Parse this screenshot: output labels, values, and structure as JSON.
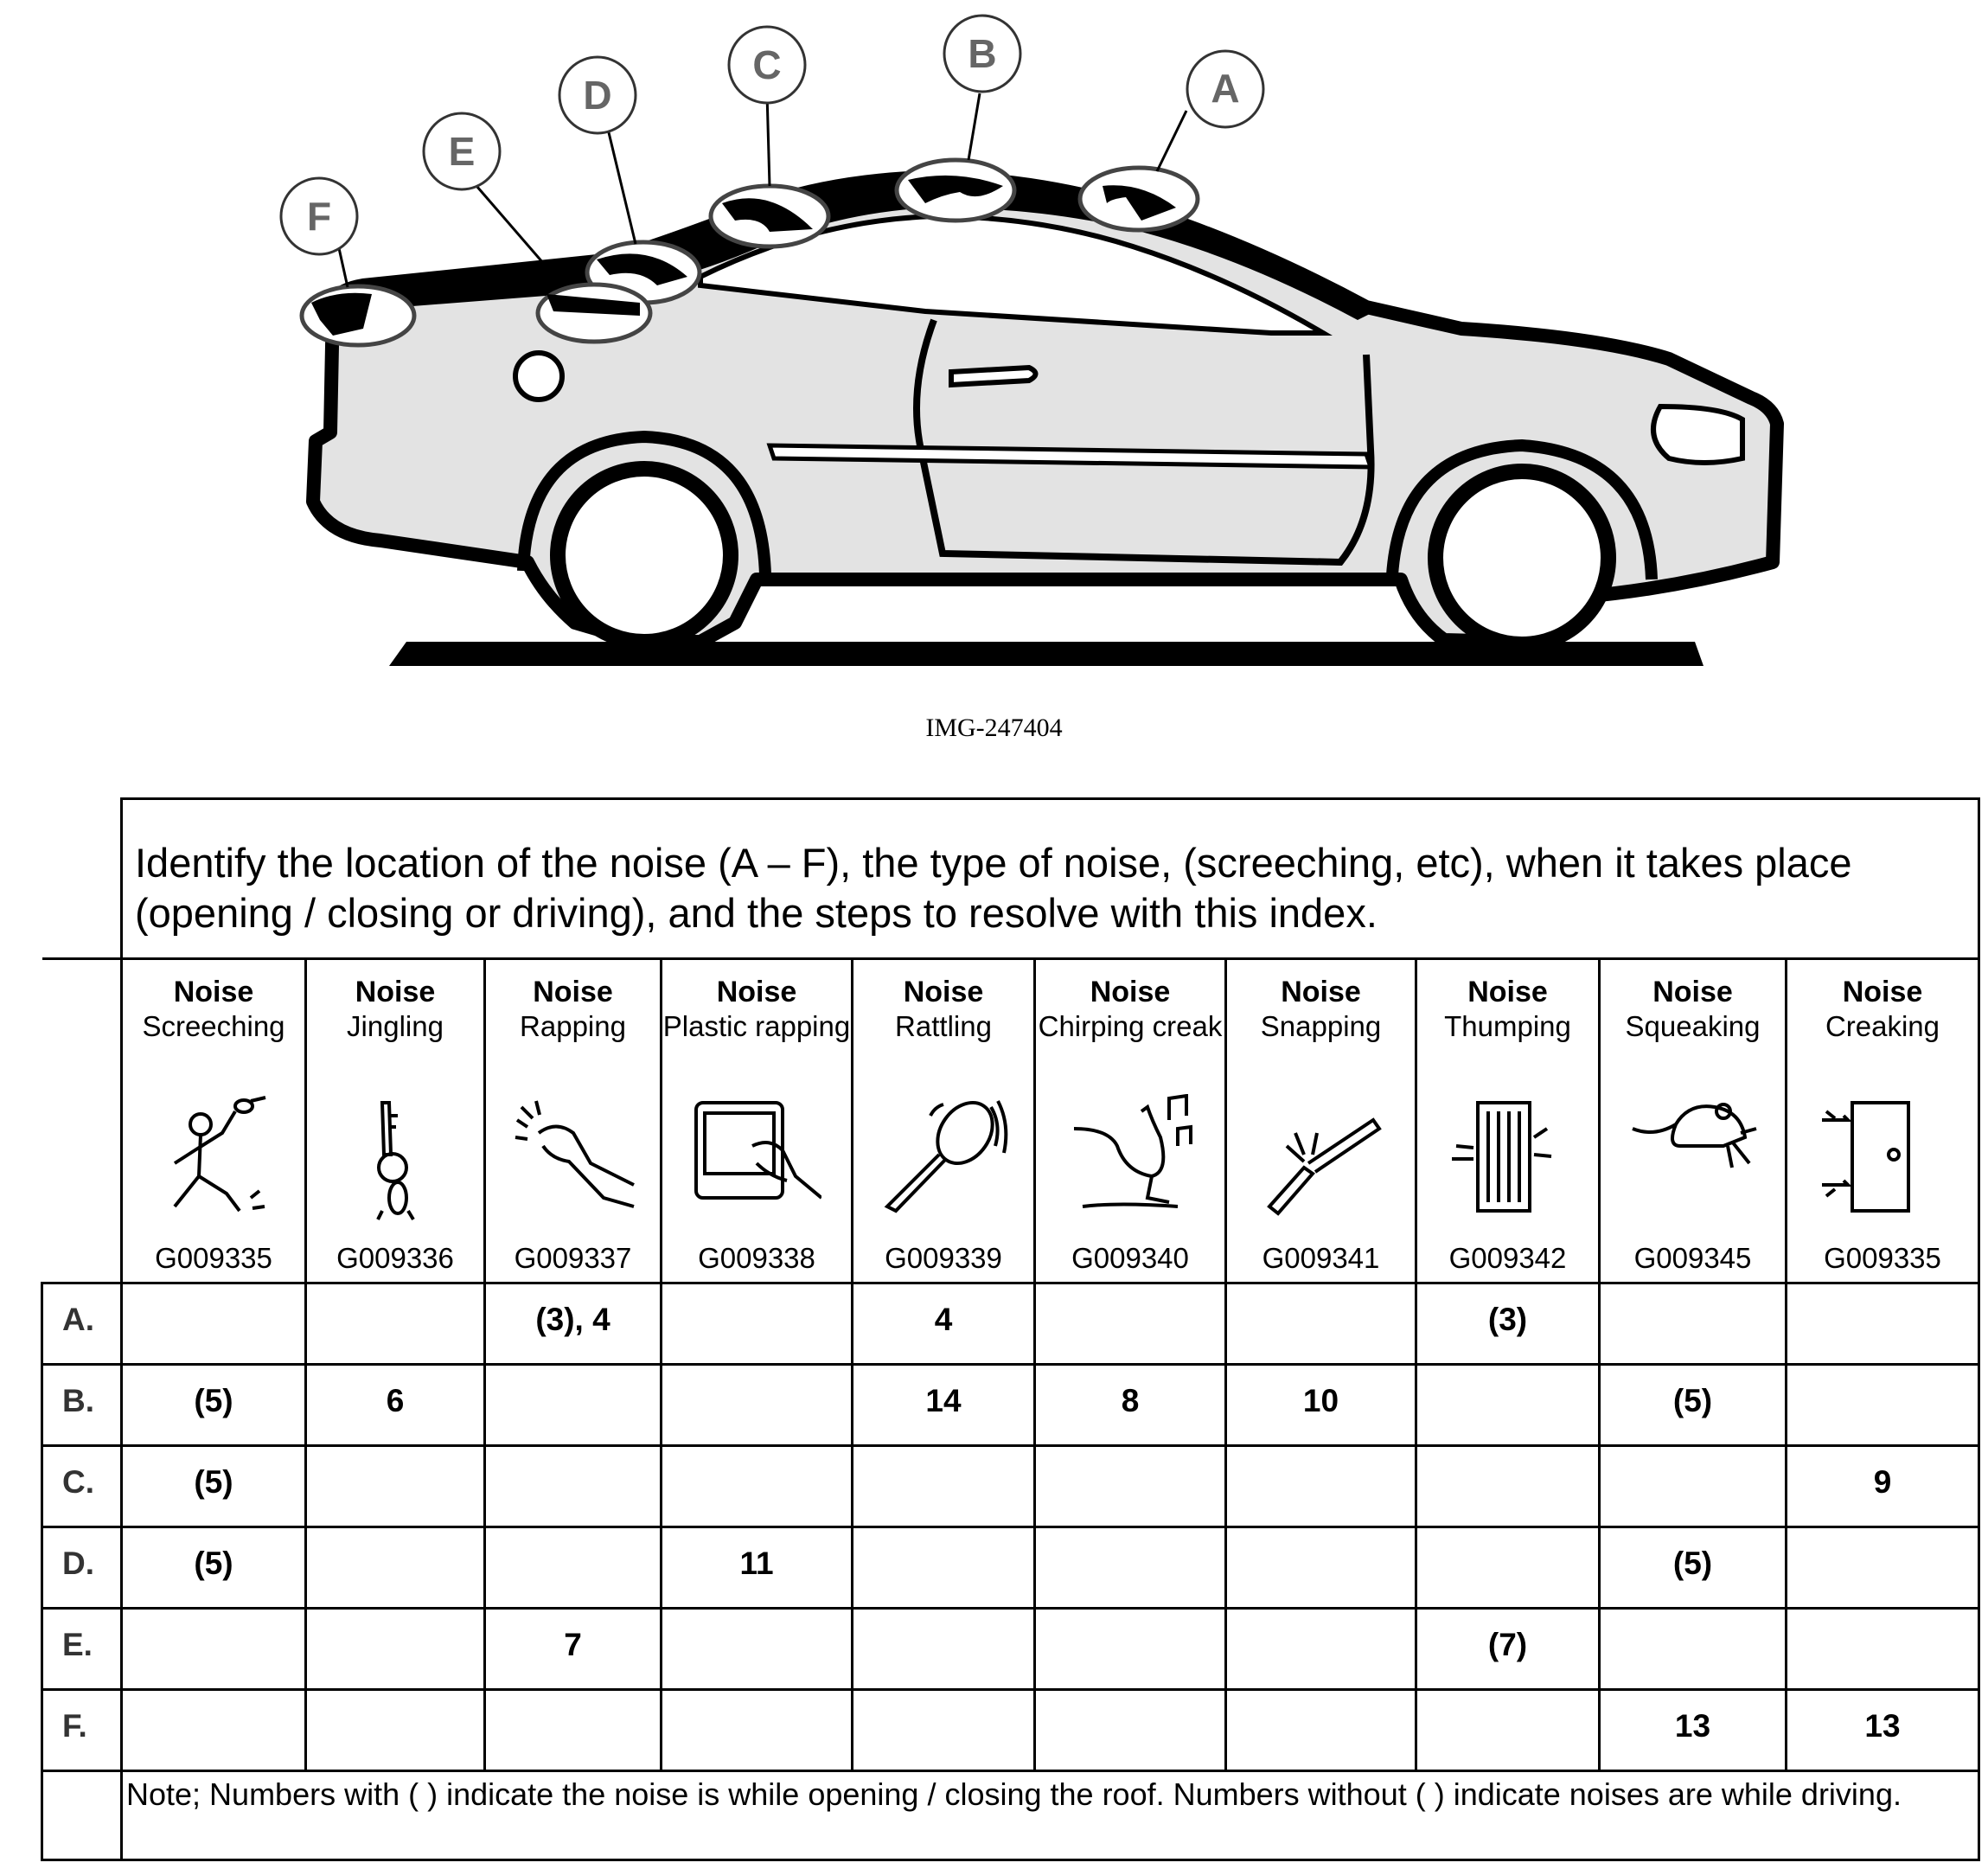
{
  "figure": {
    "callouts": [
      "A",
      "B",
      "C",
      "D",
      "E",
      "F"
    ],
    "image_id": "IMG-247404"
  },
  "table": {
    "instruction": "Identify the location of the noise (A – F), the type of noise, (screeching, etc), when it takes place (opening / closing or driving), and the steps to resolve with this index.",
    "noise_label": "Noise",
    "noise_types": [
      {
        "type": "Screeching",
        "code": "G009335",
        "icon": "screeching-person-icon"
      },
      {
        "type": "Jingling",
        "code": "G009336",
        "icon": "jingling-keys-icon"
      },
      {
        "type": "Rapping",
        "code": "G009337",
        "icon": "rapping-hand-icon"
      },
      {
        "type": "Plastic rapping",
        "code": "G009338",
        "icon": "plastic-rapping-icon"
      },
      {
        "type": "Rattling",
        "code": "G009339",
        "icon": "rattle-icon"
      },
      {
        "type": "Chirping creak",
        "code": "G009340",
        "icon": "chirping-bird-icon"
      },
      {
        "type": "Snapping",
        "code": "G009341",
        "icon": "snapping-stick-icon"
      },
      {
        "type": "Thumping",
        "code": "G009342",
        "icon": "thumping-door-icon"
      },
      {
        "type": "Squeaking",
        "code": "G009345",
        "icon": "squeaking-mouse-icon"
      },
      {
        "type": "Creaking",
        "code": "G009335",
        "icon": "creaking-door-icon"
      }
    ],
    "rows": [
      {
        "label": "A.",
        "cells": [
          "",
          "",
          "(3), 4",
          "",
          "4",
          "",
          "",
          "(3)",
          "",
          ""
        ]
      },
      {
        "label": "B.",
        "cells": [
          "(5)",
          "6",
          "",
          "",
          "14",
          "8",
          "10",
          "",
          "(5)",
          ""
        ]
      },
      {
        "label": "C.",
        "cells": [
          "(5)",
          "",
          "",
          "",
          "",
          "",
          "",
          "",
          "",
          "9"
        ]
      },
      {
        "label": "D.",
        "cells": [
          "(5)",
          "",
          "",
          "11",
          "",
          "",
          "",
          "",
          "(5)",
          ""
        ]
      },
      {
        "label": "E.",
        "cells": [
          "",
          "",
          "7",
          "",
          "",
          "",
          "",
          "(7)",
          "",
          ""
        ]
      },
      {
        "label": "F.",
        "cells": [
          "",
          "",
          "",
          "",
          "",
          "",
          "",
          "",
          "13",
          "13"
        ]
      }
    ],
    "note": "Note; Numbers with ( ) indicate the noise is while opening / closing the roof. Numbers without ( ) indicate noises are while driving."
  }
}
